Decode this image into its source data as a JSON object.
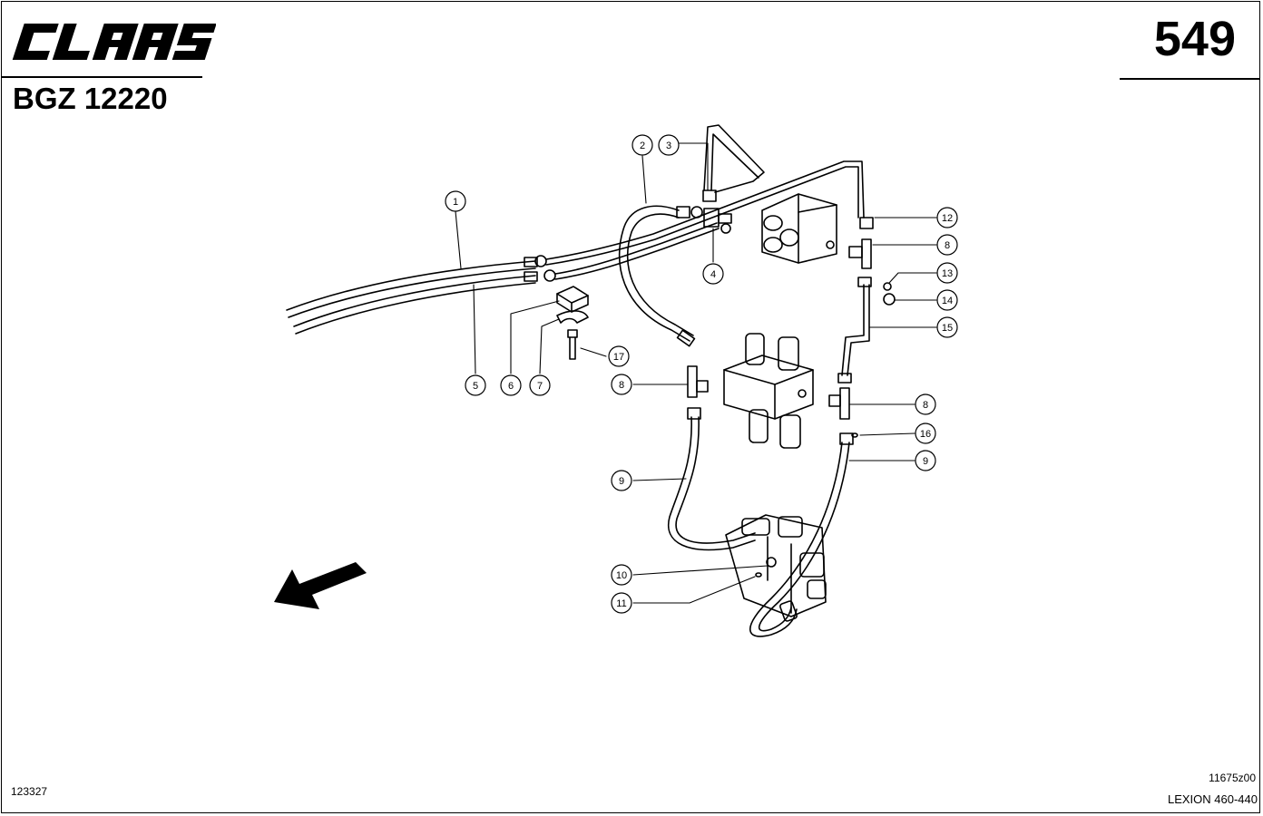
{
  "brand": {
    "name": "CLAAS",
    "logo_color": "#000000"
  },
  "page_number": "549",
  "group_code": "BGZ 12220",
  "footer": {
    "doc_number": "123327",
    "drawing_ref": "11675z00",
    "model": "LEXION 460-440"
  },
  "callouts": {
    "c1": "1",
    "c2": "2",
    "c3": "3",
    "c4": "4",
    "c5": "5",
    "c6": "6",
    "c7": "7",
    "c8a": "8",
    "c8b": "8",
    "c8c": "8",
    "c9a": "9",
    "c9b": "9",
    "c10": "10",
    "c11": "11",
    "c12": "12",
    "c13": "13",
    "c14": "14",
    "c15": "15",
    "c16": "16",
    "c17": "17"
  },
  "icons": {
    "direction": "direction-arrow-icon"
  }
}
